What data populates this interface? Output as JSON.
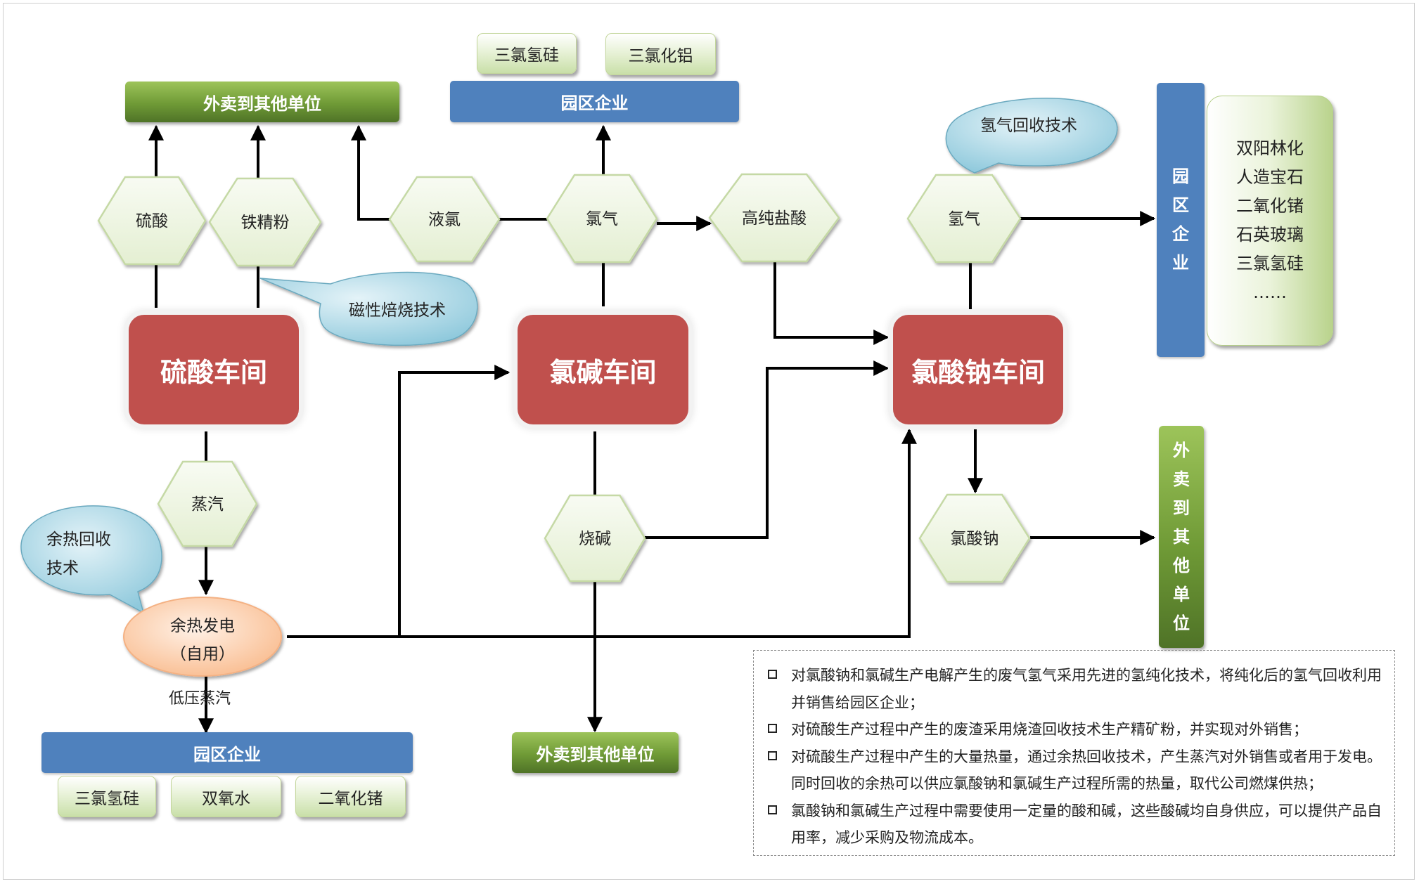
{
  "plants": {
    "sulfuric": "硫酸车间",
    "chloralkali": "氯碱车间",
    "chlorate": "氯酸钠车间"
  },
  "products": {
    "sulfuric_acid": "硫酸",
    "iron_concentrate": "铁精粉",
    "liquid_chlorine": "液氯",
    "chlorine": "氯气",
    "hcl": "高纯盐酸",
    "hydrogen": "氢气",
    "steam": "蒸汽",
    "caustic_soda": "烧碱",
    "sodium_chlorate": "氯酸钠"
  },
  "destinations": {
    "sell_other_top": "外卖到其他单位",
    "sell_other_bottom": "外卖到其他单位",
    "park_top": "园区企业",
    "park_bottom": "园区企业",
    "park_vertical": [
      "园",
      "区",
      "企",
      "业"
    ],
    "sell_vertical": [
      "外",
      "卖",
      "到",
      "其",
      "他",
      "单",
      "位"
    ]
  },
  "park_tags": {
    "top": [
      "三氯氢硅",
      "三氯化铝"
    ],
    "bottom": [
      "三氯氢硅",
      "双氧水",
      "二氧化锗"
    ]
  },
  "park_list": [
    "双阳林化",
    "人造宝石",
    "二氧化锗",
    "石英玻璃",
    "三氯氢硅",
    "……"
  ],
  "callouts": {
    "magnetic": "磁性焙烧技术",
    "hydrogen_recovery": "氢气回收技术",
    "waste_heat_line1": "余热回收",
    "waste_heat_line2": "技术"
  },
  "power": {
    "line1": "余热发电",
    "line2": "（自用）",
    "low_pressure": "低压蒸汽"
  },
  "notes": [
    "对氯酸钠和氯碱生产电解产生的废气氢气采用先进的氢纯化技术，将纯化后的氢气回收利用并销售给园区企业；",
    "对硫酸生产过程中产生的废渣采用烧渣回收技术生产精矿粉，并实现对外销售；",
    "对硫酸生产过程中产生的大量热量，通过余热回收技术，产生蒸汽对外销售或者用于发电。同时回收的余热可以供应氯酸钠和氯碱生产过程所需的热量，取代公司燃煤供热；",
    "氯酸钠和氯碱生产过程中需要使用一定量的酸和碱，这些酸碱均自身供应，可以提供产品自用率，减少采购及物流成本。"
  ],
  "colors": {
    "plant": "#c0504d",
    "park_blue": "#4f81bd",
    "sell_green": "#77a03b",
    "hex_fill": "#eef5e3",
    "hex_stroke": "#c5d9a5",
    "callout_blue": "#a7d6e6",
    "power_orange": "#fbc9a6"
  }
}
